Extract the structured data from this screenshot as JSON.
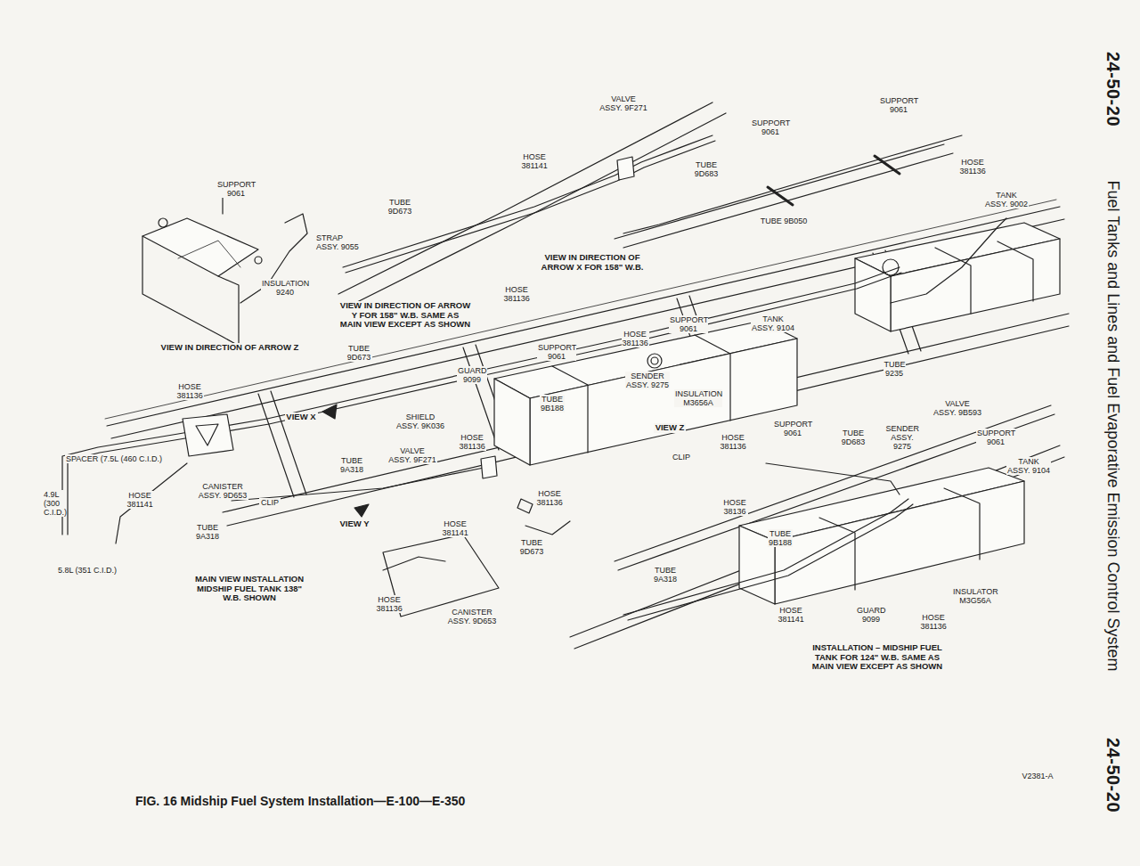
{
  "diagram": {
    "title": "Fuel Tanks and Lines and Fuel Evaporative Emission Control System",
    "caption": "FIG. 16 Midship Fuel System Installation—E-100—E-350",
    "labels": [
      "24-50-20",
      "VALVE ASSY. 9F271",
      "SUPPORT 9061",
      "SUPPORT 9061",
      "HOSE 381141",
      "TUBE 9D683",
      "HOSE 381136",
      "SUPPORT 9061",
      "TANK ASSY. 9002",
      "TUBE 9D673",
      "TUBE 9B050",
      "STRAP ASSY. 9055",
      "VIEW IN DIRECTION OF ARROW X FOR 158\" W.B.",
      "INSULATION 9240",
      "HOSE 381136",
      "VIEW IN DIRECTION OF ARROW Y FOR 158\" W.B. SAME AS MAIN VIEW EXCEPT AS SHOWN",
      "SUPPORT 9061",
      "TANK ASSY. 9104",
      "HOSE 381136",
      "VIEW IN DIRECTION OF ARROW Z",
      "TUBE 9D673",
      "SUPPORT 9061",
      "TUBE 9235",
      "GUARD 9099",
      "SENDER ASSY. 9275",
      "HOSE 381136",
      "INSULATION M3656A",
      "TUBE 9B188",
      "VALVE ASSY. 9B593",
      "VIEW X",
      "SHIELD ASSY. 9K036",
      "SUPPORT 9061",
      "VIEW Z",
      "SENDER ASSY. 9275",
      "TUBE 9D683",
      "SUPPORT 9061",
      "HOSE 381136",
      "HOSE 381136",
      "VALVE ASSY. 9F271",
      "SPACER (7.5L (460 C.I.D.)",
      "TUBE 9A318",
      "CLIP",
      "TANK ASSY. 9104",
      "CANISTER ASSY. 9D653",
      "4.9L (300 C.I.D.)",
      "HOSE 381141",
      "HOSE 381136",
      "CLIP",
      "HOSE 38136",
      "VIEW Y",
      "HOSE 381141",
      "TUBE 9A318",
      "TUBE 9B188",
      "TUBE 9D673",
      "5.8L (351 C.I.D.)",
      "TUBE 9A318",
      "MAIN VIEW INSTALLATION MIDSHIP FUEL TANK 138\" W.B. SHOWN",
      "INSULATOR M3G56A",
      "HOSE 381136",
      "HOSE 381141",
      "CANISTER ASSY. 9D653",
      "GUARD 9099",
      "HOSE 381136",
      "INSTALLATION – MIDSHIP FUEL TANK FOR 124\" W.B. SAME AS MAIN VIEW EXCEPT AS SHOWN",
      "V2381-A",
      "24-50-20"
    ]
  }
}
